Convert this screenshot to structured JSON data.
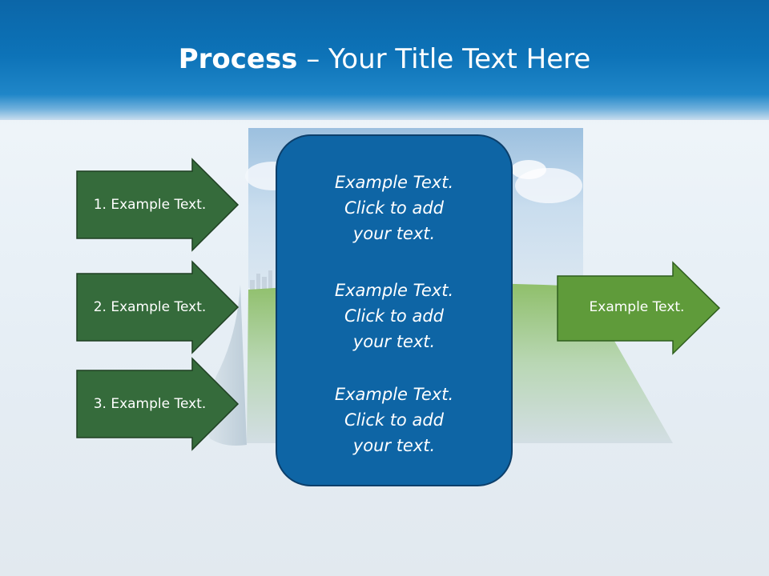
{
  "title": {
    "bold": "Process",
    "rest": " – Your Title Text Here"
  },
  "left_arrows": [
    {
      "label": "1. Example Text."
    },
    {
      "label": "2. Example Text."
    },
    {
      "label": "3. Example Text."
    }
  ],
  "center_box": {
    "blocks": [
      {
        "lines": [
          "Example Text.",
          "Click  to add",
          "your text."
        ]
      },
      {
        "lines": [
          "Example Text.",
          "Click  to add",
          "your text."
        ]
      },
      {
        "lines": [
          "Example Text.",
          "Click  to add",
          "your text."
        ]
      }
    ]
  },
  "right_arrow": {
    "label": "Example Text."
  },
  "colors": {
    "header_blue": "#0d73b8",
    "left_arrow_fill": "#356b3b",
    "right_arrow_fill": "#5f9b3a",
    "center_box_fill": "#0e65a5"
  }
}
